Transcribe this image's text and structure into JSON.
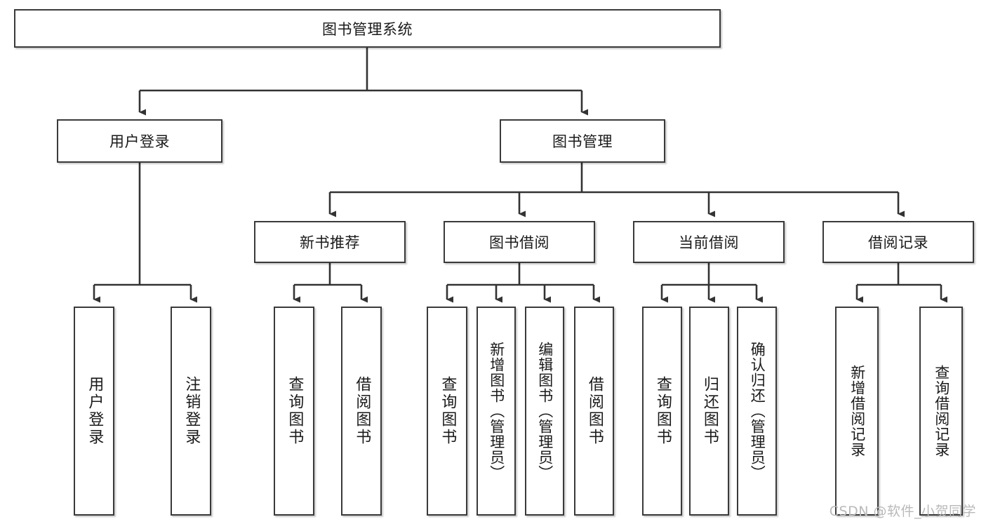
{
  "diagram": {
    "type": "tree",
    "title": "图书管理系统",
    "watermark": "CSDN @软件_小贺同学",
    "colors": {
      "box_border": "#3a3a3a",
      "box_fill": "#ffffff",
      "connector": "#333333",
      "text": "#1a1a1a",
      "watermark": "#b9b9b9"
    },
    "nodes": {
      "root": {
        "label": "图书管理系统",
        "level": 0,
        "orientation": "horizontal"
      },
      "user_login": {
        "label": "用户登录",
        "level": 1,
        "orientation": "horizontal"
      },
      "book_manage": {
        "label": "图书管理",
        "level": 1,
        "orientation": "horizontal"
      },
      "new_book_rec": {
        "label": "新书推荐",
        "level": 2,
        "orientation": "horizontal"
      },
      "book_borrow": {
        "label": "图书借阅",
        "level": 2,
        "orientation": "horizontal"
      },
      "current_borrow": {
        "label": "当前借阅",
        "level": 2,
        "orientation": "horizontal"
      },
      "borrow_record": {
        "label": "借阅记录",
        "level": 2,
        "orientation": "horizontal"
      },
      "leaf_user_login": {
        "label": "用户登录",
        "level": 3,
        "orientation": "vertical"
      },
      "leaf_logout": {
        "label": "注销登录",
        "level": 3,
        "orientation": "vertical"
      },
      "leaf_query_book_1": {
        "label": "查询图书",
        "level": 3,
        "orientation": "vertical"
      },
      "leaf_borrow_book_1": {
        "label": "借阅图书",
        "level": 3,
        "orientation": "vertical"
      },
      "leaf_query_book_2": {
        "label": "查询图书",
        "level": 3,
        "orientation": "vertical"
      },
      "leaf_add_book": {
        "label": "新增图书（管理员）",
        "level": 3,
        "orientation": "vertical"
      },
      "leaf_edit_book": {
        "label": "编辑图书（管理员）",
        "level": 3,
        "orientation": "vertical"
      },
      "leaf_borrow_book_2": {
        "label": "借阅图书",
        "level": 3,
        "orientation": "vertical"
      },
      "leaf_query_book_3": {
        "label": "查询图书",
        "level": 3,
        "orientation": "vertical"
      },
      "leaf_return_book": {
        "label": "归还图书",
        "level": 3,
        "orientation": "vertical"
      },
      "leaf_confirm_return": {
        "label": "确认归还（管理员）",
        "level": 3,
        "orientation": "vertical"
      },
      "leaf_add_record": {
        "label": "新增借阅记录",
        "level": 3,
        "orientation": "vertical"
      },
      "leaf_query_record": {
        "label": "查询借阅记录",
        "level": 3,
        "orientation": "vertical"
      }
    },
    "edges": [
      {
        "from": "root",
        "to": "user_login"
      },
      {
        "from": "root",
        "to": "book_manage"
      },
      {
        "from": "user_login",
        "to": "leaf_user_login"
      },
      {
        "from": "user_login",
        "to": "leaf_logout"
      },
      {
        "from": "book_manage",
        "to": "new_book_rec"
      },
      {
        "from": "book_manage",
        "to": "book_borrow"
      },
      {
        "from": "book_manage",
        "to": "current_borrow"
      },
      {
        "from": "book_manage",
        "to": "borrow_record"
      },
      {
        "from": "new_book_rec",
        "to": "leaf_query_book_1"
      },
      {
        "from": "new_book_rec",
        "to": "leaf_borrow_book_1"
      },
      {
        "from": "book_borrow",
        "to": "leaf_query_book_2"
      },
      {
        "from": "book_borrow",
        "to": "leaf_add_book"
      },
      {
        "from": "book_borrow",
        "to": "leaf_edit_book"
      },
      {
        "from": "book_borrow",
        "to": "leaf_borrow_book_2"
      },
      {
        "from": "current_borrow",
        "to": "leaf_query_book_3"
      },
      {
        "from": "current_borrow",
        "to": "leaf_return_book"
      },
      {
        "from": "current_borrow",
        "to": "leaf_confirm_return"
      },
      {
        "from": "borrow_record",
        "to": "leaf_add_record"
      },
      {
        "from": "borrow_record",
        "to": "leaf_query_record"
      }
    ]
  }
}
